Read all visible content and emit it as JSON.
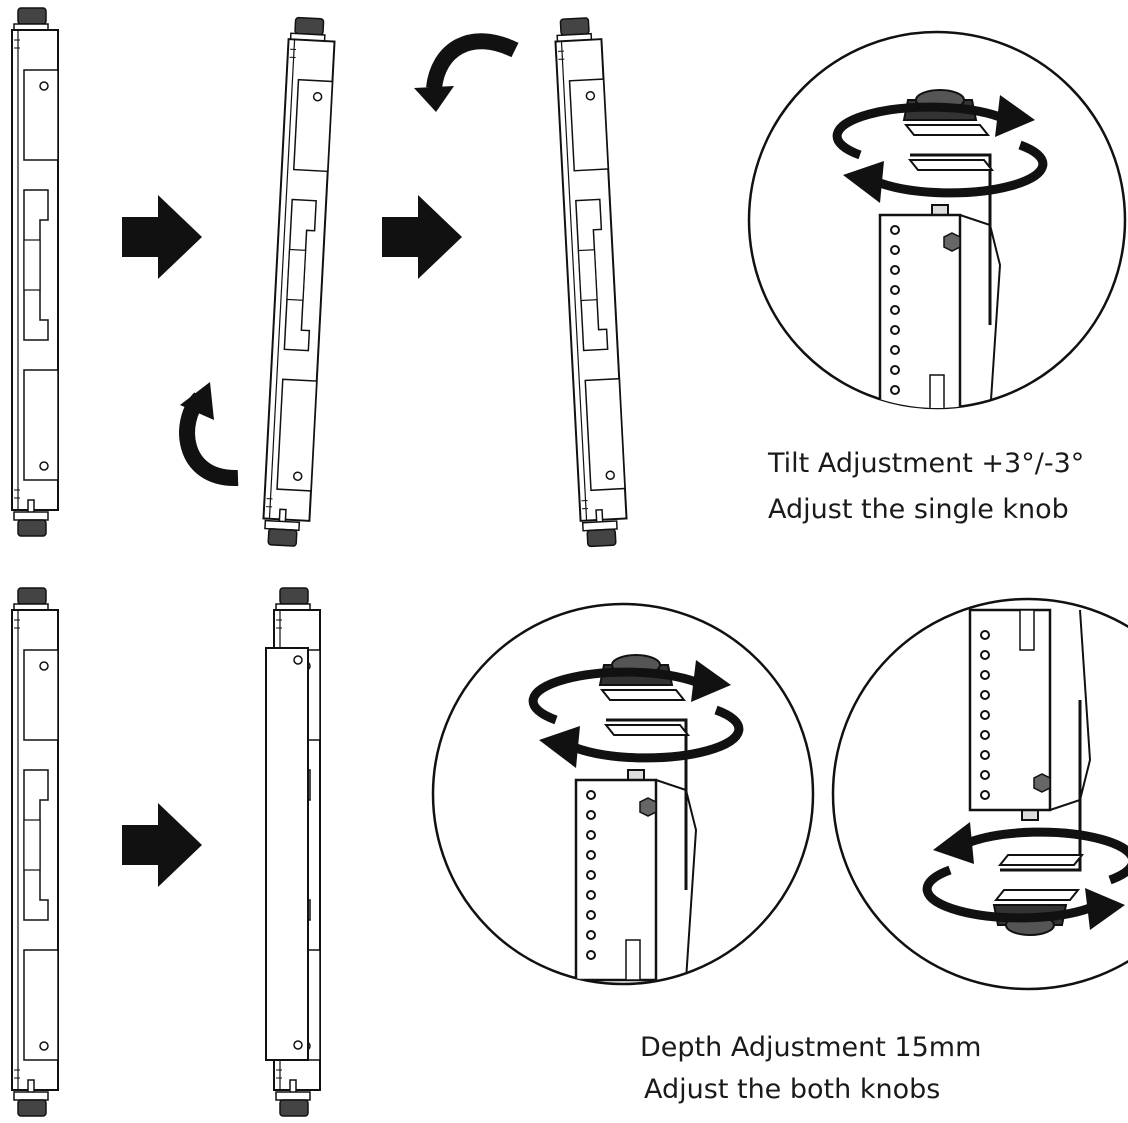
{
  "tilt": {
    "line1": "Tilt Adjustment +3°/-3°",
    "line2": "Adjust the single knob"
  },
  "depth": {
    "line1": "Depth Adjustment 15mm",
    "line2": "Adjust the both knobs"
  }
}
